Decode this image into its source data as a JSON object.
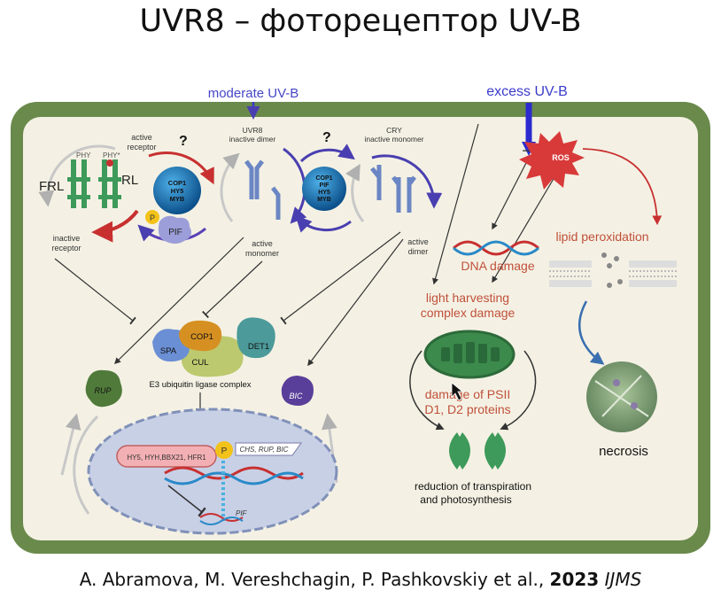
{
  "title": "UVR8 – фоторецептор UV-B",
  "citation": {
    "authors": "A. Abramova, M. Vereshchagin, P. Pashkovskiy et al.,",
    "year": "2023",
    "journal": "IJMS"
  },
  "colors": {
    "cell_wall": "#6a8a4c",
    "cytoplasm": "#f4f1e4",
    "uv_moderate": "#4646c8",
    "uv_excess": "#3a3acb",
    "damage_text": "#c0503a",
    "ros": "#d83a3a"
  },
  "diagram": {
    "moderate_uvb": "moderate UV-B",
    "excess_uvb": "excess UV-B",
    "phy": {
      "phy": "PHY",
      "phy_star": "PHY*",
      "frl": "FRL",
      "rl": "RL",
      "active_receptor_1": "active",
      "active_receptor_2": "receptor",
      "inactive_receptor_1": "inactive",
      "inactive_receptor_2": "receptor"
    },
    "question_mark": "?",
    "complex1": [
      "COP1",
      "HY5",
      "MYB"
    ],
    "complex2": [
      "COP1",
      "PIF",
      "HY5",
      "MYB"
    ],
    "p_label": "P",
    "pif": "PIF",
    "uvr8": {
      "line1": "UVR8",
      "line2": "inactive dimer",
      "active1": "active",
      "active2": "monomer"
    },
    "cry": {
      "line1": "CRY",
      "line2": "inactive monomer",
      "active1": "active",
      "active2": "dimer"
    },
    "e3": {
      "spa": "SPA",
      "cop1": "COP1",
      "cul": "CUL",
      "det1": "DET1",
      "label": "E3 ubiquitin ligase complex"
    },
    "rup": "RUP",
    "bic": "BIC",
    "nucleus": {
      "tf_box": "HY5, HYH,BBX21, HFR1",
      "targets": "CHS, RUP, BIC",
      "pif_gene": "PIF"
    },
    "ros": "ROS",
    "dna_damage": "DNA damage",
    "lipid_peroxidation": "lipid peroxidation",
    "light_harvesting1": "light harvesting",
    "light_harvesting2": "complex damage",
    "psii1": "damage of PSII",
    "psii2": "D1, D2 proteins",
    "necrosis": "necrosis",
    "transpiration1": "reduction of transpiration",
    "transpiration2": "and photosynthesis"
  }
}
